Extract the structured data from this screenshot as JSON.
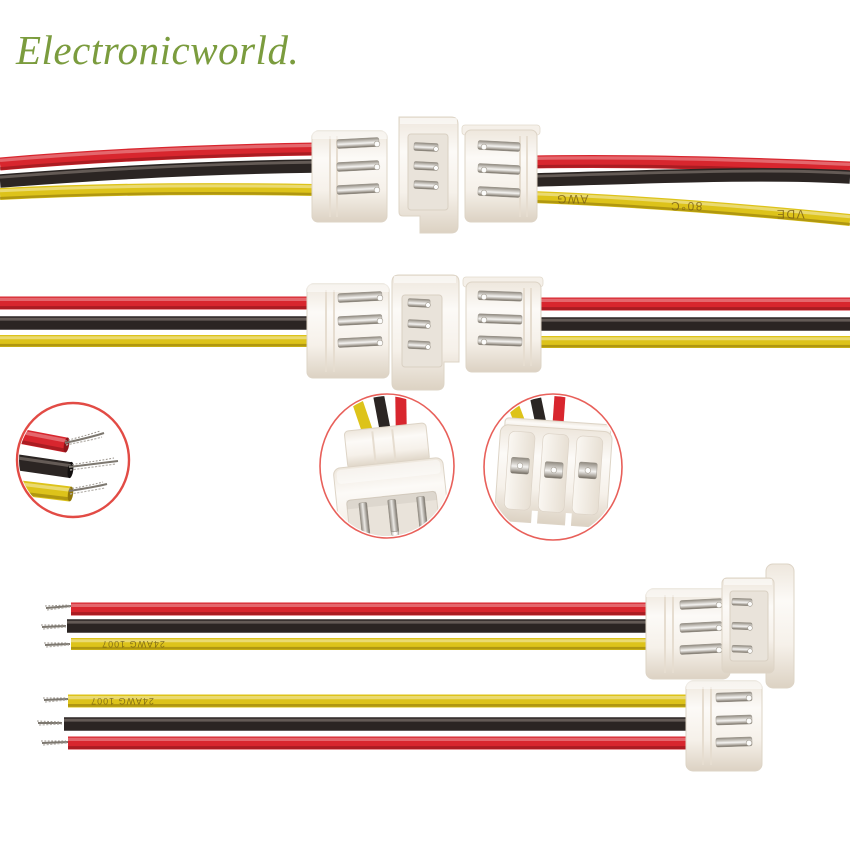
{
  "watermark": {
    "text": "Electronicworld."
  },
  "wire_markings": {
    "top_awg": "AWG",
    "top_temp": "80°C",
    "top_vde": "VDE",
    "bottom_cable1": "24AWG 1007",
    "bottom_cable2": "24AWG 1007"
  },
  "wire_colors": [
    "red",
    "black",
    "yellow"
  ],
  "colors": {
    "background": "#ffffff",
    "watermark_green": "#7b9c3e",
    "wire_red": "#d8262e",
    "wire_red_dark": "#8e151b",
    "wire_black": "#2b2523",
    "wire_black_light": "#6a625c",
    "wire_yellow": "#ddc31a",
    "wire_yellow_dark": "#93790a",
    "connector_edge": "#ddd4c6",
    "circle_border": "#e24b45",
    "marking_brown": "#7a5f16"
  }
}
